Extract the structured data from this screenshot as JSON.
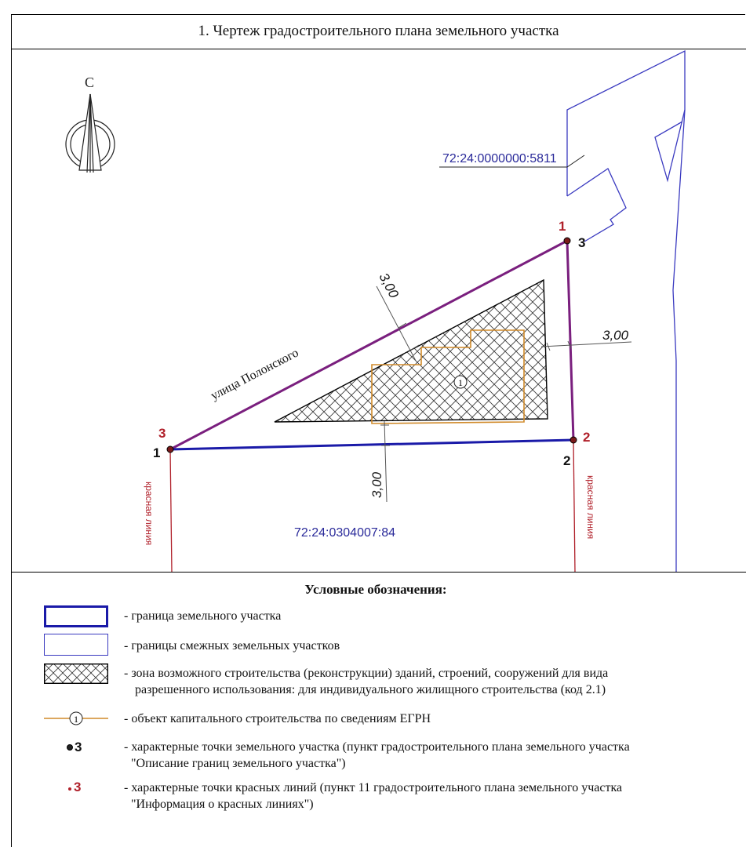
{
  "title": "1. Чертеж градостроительного плана земельного участка",
  "north_label": "С",
  "street_label": "улица Полонского",
  "parcel_cadastral": "72:24:0304007:84",
  "adjacent_cadastral": "72:24:0000000:5811",
  "red_line_label": "красная линия",
  "setbacks": {
    "top_left": "3,00",
    "right": "3,00",
    "bottom": "3,00"
  },
  "object_marker": "1",
  "parcel_points": {
    "p1": "1",
    "p2": "2",
    "p3": "3"
  },
  "red_points": {
    "r1": "1",
    "r2": "2",
    "r3": "3"
  },
  "colors": {
    "parcel_boundary": "#1a1aa8",
    "adjacent_boundary": "#3a3ac0",
    "red_line": "#b0202a",
    "street_line": "#7a1f7e",
    "building": "#d08a2a",
    "cadastral_text": "#2a2a9a"
  },
  "legend": {
    "title": "Условные обозначения:",
    "items": [
      {
        "text": "- граница земельного участка"
      },
      {
        "text": "- границы смежных земельных участков"
      },
      {
        "text": "- зона возможного строительства (реконструкции) зданий, строений, сооружений для вида",
        "text2": "разрешенного использования: для индивидуального жилищного строительства (код 2.1)"
      },
      {
        "text": "- объект капитального строительства по сведениям ЕГРН",
        "marker": "1"
      },
      {
        "text": "- характерные точки земельного участка (пункт градостроительного плана земельного участка",
        "text2": "\"Описание  границ земельного участка\")",
        "marker": "3"
      },
      {
        "text": "- характерные точки красных линий (пункт 11 градостроительного плана земельного участка",
        "text2": "\"Информация о красных линиях\")",
        "marker": "3"
      }
    ]
  }
}
